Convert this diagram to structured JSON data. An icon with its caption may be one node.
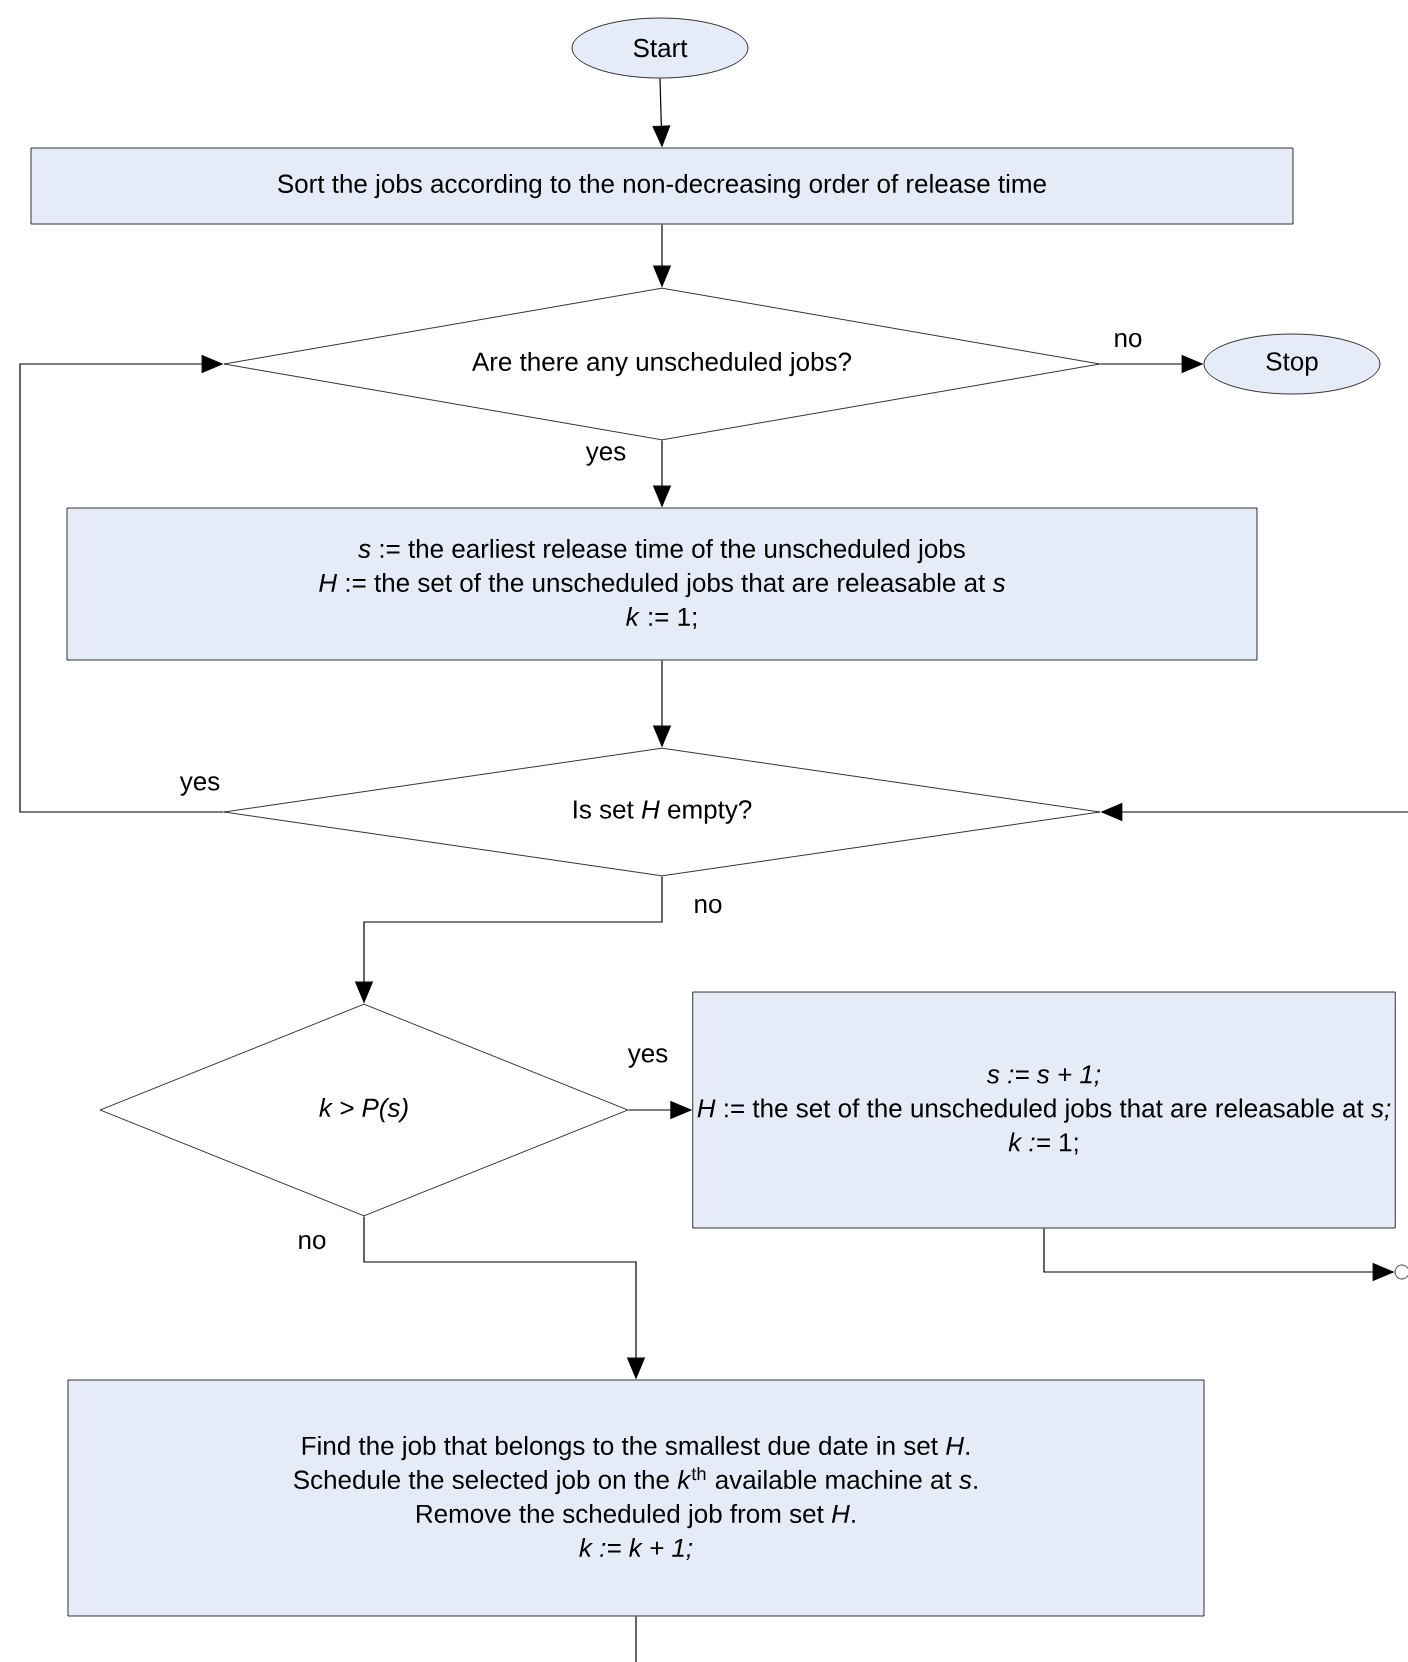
{
  "diagram": {
    "nodes": [
      {
        "text": [
          "Start"
        ]
      },
      {
        "text": [
          "Sort the jobs according to the non-decreasing order of release time"
        ]
      },
      {
        "text": [
          "Are there any unscheduled jobs?"
        ]
      },
      {
        "text": [
          "Stop"
        ]
      },
      {
        "text": [
          "*s* := the earliest release time of the unscheduled jobs",
          "*H* := the set of the unscheduled jobs that are releasable at *s*",
          "*k* := 1;"
        ]
      },
      {
        "text": [
          "Is set *H* empty?"
        ]
      },
      {
        "text": [
          "*k > P(s)*"
        ]
      },
      {
        "text": [
          "*s := s + 1;*",
          "*H* := the set of the unscheduled jobs that are releasable at *s;*",
          "*k :=* 1;"
        ]
      },
      {
        "text": [],
        "shape": "circle"
      },
      {
        "text": [
          "Find the job that belongs to the smallest due date in set *H*.",
          "Schedule the selected job on the *k*$^{th}$ available machine at *s*.",
          "Remove the scheduled job from set *H*.",
          "*k := k + 1;*"
        ]
      }
    ],
    "edges": [
      {
        "from": 0,
        "to": 1,
        "arrow": "to"
      },
      {
        "from": 1,
        "to": 2,
        "arrow": "to"
      },
      {
        "from": 2,
        "to": 3,
        "arrow": "to",
        "label": "no"
      },
      {
        "from": 2,
        "to": 4,
        "arrow": "to",
        "label": "yes"
      },
      {
        "from": 4,
        "to": 5,
        "arrow": "to"
      },
      {
        "from": 5,
        "to": 2,
        "arrow": "to",
        "label": "yes"
      },
      {
        "from": 5,
        "to": 6,
        "arrow": "to",
        "label": "no"
      },
      {
        "from": 6,
        "to": 7,
        "arrow": "to",
        "label": "yes"
      },
      {
        "from": 6,
        "to": 9,
        "arrow": "to",
        "label": "no"
      },
      {
        "from": 7,
        "to": 8,
        "arrow": "to"
      },
      {
        "from": null,
        "to": 5,
        "arrow": "to"
      },
      {
        "from": 9,
        "to": null,
        "arrow": "none"
      }
    ]
  }
}
